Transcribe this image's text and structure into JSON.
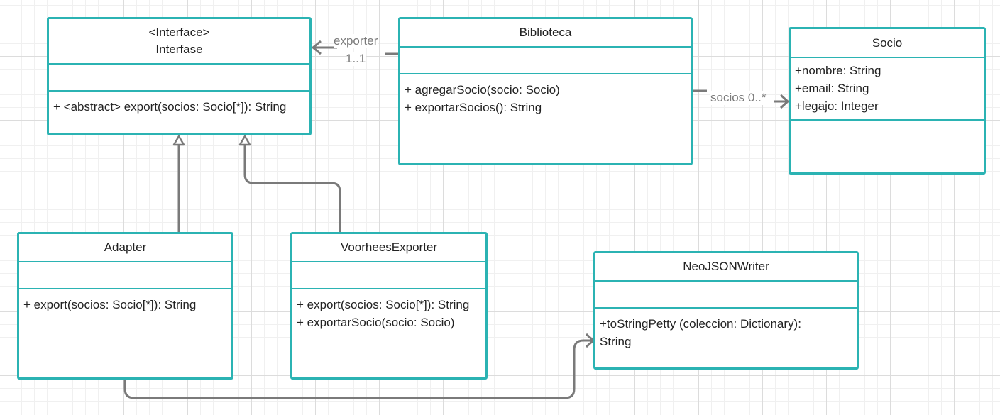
{
  "colors": {
    "class_border": "#2bb3b3",
    "connector": "#7a7a7a",
    "label": "#7a7a7a"
  },
  "classes": {
    "interfase": {
      "stereotype": "<Interface>",
      "name": "Interfase",
      "attributes": [],
      "methods": [
        "+ <abstract> export(socios: Socio[*]): String"
      ]
    },
    "biblioteca": {
      "name": "Biblioteca",
      "attributes": [],
      "methods": [
        "+ agregarSocio(socio: Socio)",
        "+ exportarSocios(): String"
      ]
    },
    "socio": {
      "name": "Socio",
      "attributes": [
        "+nombre: String",
        "+email: String",
        "+legajo: Integer"
      ],
      "methods": []
    },
    "adapter": {
      "name": "Adapter",
      "attributes": [],
      "methods": [
        "+ export(socios: Socio[*]): String"
      ]
    },
    "voorhees_exporter": {
      "name": "VoorheesExporter",
      "attributes": [],
      "methods": [
        "+ export(socios: Socio[*]): String",
        "+ exportarSocio(socio: Socio)"
      ]
    },
    "neo_json_writer": {
      "name": "NeoJSONWriter",
      "attributes": [],
      "methods": [
        "+toStringPetty (coleccion: Dictionary): String"
      ]
    }
  },
  "relations": [
    {
      "type": "association",
      "from": "Biblioteca",
      "to": "Interfase",
      "role": "exporter",
      "multiplicity": "1..1"
    },
    {
      "type": "association",
      "from": "Biblioteca",
      "to": "Socio",
      "role": "socios",
      "multiplicity": "0..*"
    },
    {
      "type": "realization",
      "from": "Adapter",
      "to": "Interfase"
    },
    {
      "type": "realization",
      "from": "VoorheesExporter",
      "to": "Interfase"
    },
    {
      "type": "association",
      "from": "Adapter",
      "to": "NeoJSONWriter"
    }
  ]
}
